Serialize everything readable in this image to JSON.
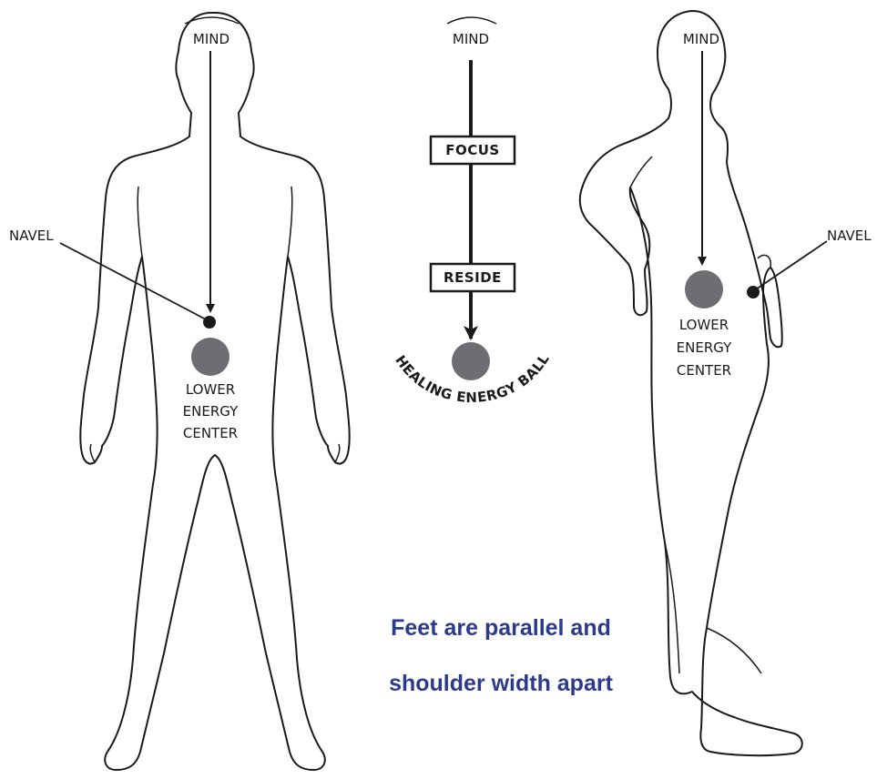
{
  "front_figure": {
    "mind_label": "MIND",
    "navel_label": "NAVEL",
    "center_lines": [
      "LOWER",
      "ENERGY",
      "CENTER"
    ]
  },
  "middle_diagram": {
    "mind_label": "MIND",
    "focus_label": "FOCUS",
    "reside_label": "RESIDE",
    "arc_label": "HEALING ENERGY BALL"
  },
  "side_figure": {
    "mind_label": "MIND",
    "navel_label": "NAVEL",
    "center_lines": [
      "LOWER",
      "ENERGY",
      "CENTER"
    ]
  },
  "caption": {
    "line1": "Feet are parallel and",
    "line2": "shoulder width apart"
  },
  "colors": {
    "energy_ball": "#6d6e71",
    "caption": "#2c3a8c",
    "outline": "#1a1a1a"
  }
}
